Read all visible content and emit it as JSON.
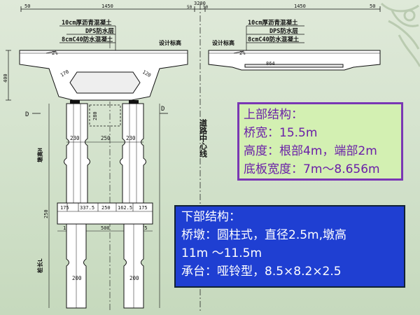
{
  "drawing": {
    "top_dims": [
      "1450",
      "3200",
      "50",
      "50",
      "50",
      "50",
      "1450"
    ],
    "layers_left": [
      "10cm厚沥青混凝土",
      "DPS防水层",
      "8cmC40防水混凝土"
    ],
    "layers_right": [
      "10cm厚沥青混凝土",
      "DPS防水层",
      "8cmC40防水混凝土"
    ],
    "label_design_elev": "设计标高",
    "slope_left": "2%",
    "slope_right": "2%",
    "dim_400": "400",
    "dim_170": "170",
    "dim_120": "120",
    "dim_280": "280",
    "dim_864": "864",
    "centerline": "道路中心线",
    "pier_dims": [
      "230",
      "250",
      "230"
    ],
    "cap_dims": [
      "175",
      "337.5",
      "250",
      "162.5",
      "175"
    ],
    "cap_dims_lower": [
      "175",
      "500",
      "175"
    ],
    "dim_250_side": "250",
    "pile_dims": [
      "200",
      "200"
    ],
    "label_pier_h": "墩高H",
    "label_pile": "桩长L",
    "marker_left": "D",
    "marker_right": "D"
  },
  "upper_panel": {
    "title": "上部结构：",
    "lines": [
      "桥宽：15.5m",
      "高度：根部4m，端部2m",
      "底板宽度：7m～8.656m"
    ]
  },
  "lower_panel": {
    "title": "下部结构：",
    "lines": [
      "桥墩：圆柱式，直径2.5m,墩高",
      "11m ～11.5m",
      "承台：哑铃型，8.5×8.2×2.5"
    ]
  }
}
